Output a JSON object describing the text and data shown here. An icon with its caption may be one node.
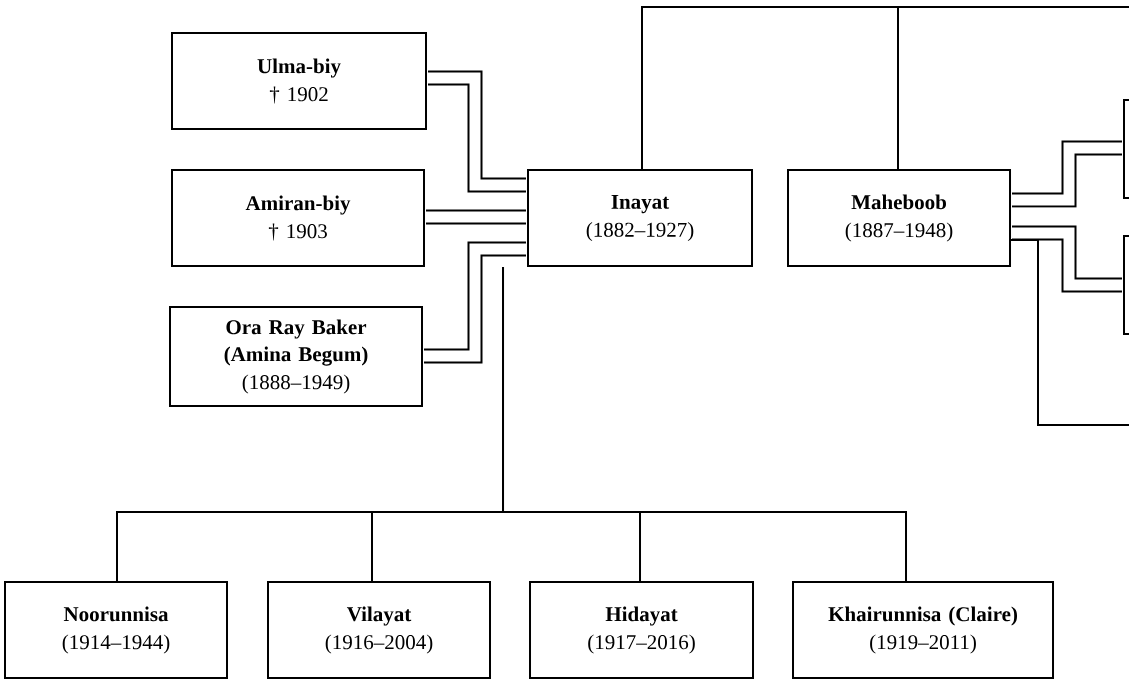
{
  "diagram": {
    "nodes": [
      {
        "text": [
          "Ulma-biy",
          "† 1902"
        ]
      },
      {
        "text": [
          "Amiran-biy",
          "† 1903"
        ]
      },
      {
        "text": [
          "Ora Ray Baker (Amina Begum)",
          "(1888–1949)"
        ]
      },
      {
        "text": [
          "Inayat",
          "(1882–1927)"
        ]
      },
      {
        "text": [
          "Maheboob",
          "(1887–1948)"
        ]
      },
      {
        "text": [],
        "shape": "box"
      },
      {
        "text": [],
        "shape": "box"
      },
      {
        "text": [
          "Noorunnisa",
          "(1914–1944)"
        ]
      },
      {
        "text": [
          "Vilayat",
          "(1916–2004)"
        ]
      },
      {
        "text": [
          "Hidayat",
          "(1917–2016)"
        ]
      },
      {
        "text": [
          "Khairunnisa (Claire)",
          "(1919–2011)"
        ]
      }
    ],
    "edges": [
      {
        "from": 0,
        "to": 3,
        "arrow": "none",
        "style": "thick"
      },
      {
        "from": 1,
        "to": 3,
        "arrow": "none",
        "style": "thick"
      },
      {
        "from": 2,
        "to": 3,
        "arrow": "none",
        "style": "thick"
      },
      {
        "from": null,
        "to": 3,
        "arrow": "none"
      },
      {
        "from": null,
        "to": 4,
        "arrow": "none"
      },
      {
        "from": 4,
        "to": 5,
        "arrow": "none",
        "style": "thick"
      },
      {
        "from": 4,
        "to": 6,
        "arrow": "none",
        "style": "thick"
      },
      {
        "from": 4,
        "to": null,
        "arrow": "none"
      },
      {
        "from": 3,
        "to": 7,
        "arrow": "none"
      },
      {
        "from": 3,
        "to": 8,
        "arrow": "none"
      },
      {
        "from": 3,
        "to": 9,
        "arrow": "none"
      },
      {
        "from": 3,
        "to": 10,
        "arrow": "none"
      }
    ]
  }
}
